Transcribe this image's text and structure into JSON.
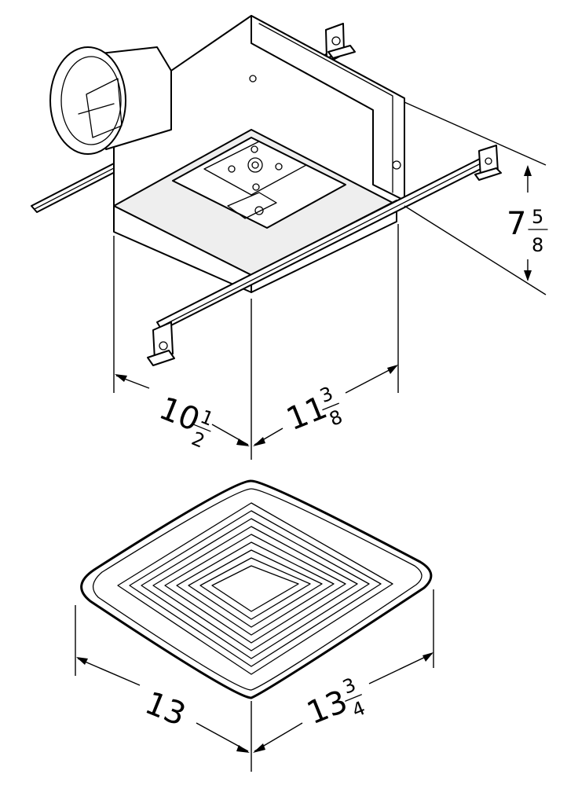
{
  "figure": {
    "fan_housing": {
      "depth_whole": "10",
      "depth_frac_num": "1",
      "depth_frac_den": "2",
      "width_whole": "11",
      "width_frac_num": "3",
      "width_frac_den": "8",
      "height_whole": "7",
      "height_frac_num": "5",
      "height_frac_den": "8"
    },
    "grille": {
      "depth_whole": "13",
      "width_whole": "13",
      "width_frac_num": "3",
      "width_frac_den": "4"
    }
  }
}
